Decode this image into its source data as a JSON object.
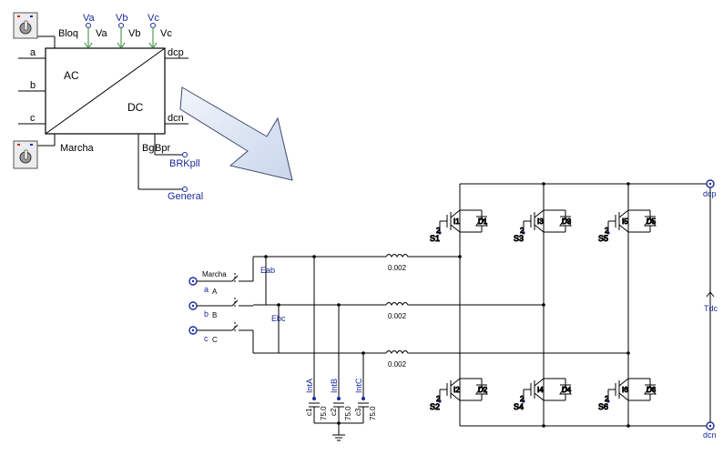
{
  "converter_block": {
    "ac_label": "AC",
    "dc_label": "DC",
    "left_ports": [
      "a",
      "b",
      "c"
    ],
    "right_ports": [
      "dcp",
      "dcn"
    ],
    "control_labels": {
      "bloq": "Bloq",
      "marcha": "Marcha",
      "bg": "Bg",
      "bpr": "Bpr"
    },
    "voltage_meters": [
      {
        "top": "Va",
        "bottom": "Va"
      },
      {
        "top": "Vb",
        "bottom": "Vb"
      },
      {
        "top": "Vc",
        "bottom": "Vc"
      }
    ],
    "outputs": [
      "BRKpll",
      "General"
    ]
  },
  "schematic": {
    "switch_label": "Marcha",
    "phase_nodes": [
      {
        "node": "a",
        "name": "A"
      },
      {
        "node": "b",
        "name": "B"
      },
      {
        "node": "c",
        "name": "C"
      }
    ],
    "voltmeters": [
      "Eab",
      "Ebc"
    ],
    "inductors": [
      "0.002",
      "0.002",
      "0.002"
    ],
    "capacitors": [
      {
        "probe": "IntA",
        "name": "c1",
        "value": "75.0"
      },
      {
        "probe": "IntB",
        "name": "c2",
        "value": "75.0"
      },
      {
        "probe": "IntC",
        "name": "c3",
        "value": "75.0"
      }
    ],
    "igbts_top": [
      {
        "gate": "S1",
        "id": "I1",
        "diode": "D1",
        "pin": "2"
      },
      {
        "gate": "S3",
        "id": "I3",
        "diode": "D3",
        "pin": "2"
      },
      {
        "gate": "S5",
        "id": "I5",
        "diode": "D5",
        "pin": "2"
      }
    ],
    "igbts_bottom": [
      {
        "gate": "S2",
        "id": "I2",
        "diode": "D2",
        "pin": "2"
      },
      {
        "gate": "S4",
        "id": "I4",
        "diode": "D4",
        "pin": "2"
      },
      {
        "gate": "S6",
        "id": "I6",
        "diode": "D6",
        "pin": "2"
      }
    ],
    "dc_terminals": {
      "positive": "dcp",
      "negative": "dcn",
      "sensor": "Tdc"
    }
  },
  "colors": {
    "wire": "#000000",
    "label": "#1a2a9c",
    "meter_stem": "#2e8b2e",
    "arrow_fill": "#dde6f4",
    "arrow_stroke": "#3c4a6a"
  }
}
